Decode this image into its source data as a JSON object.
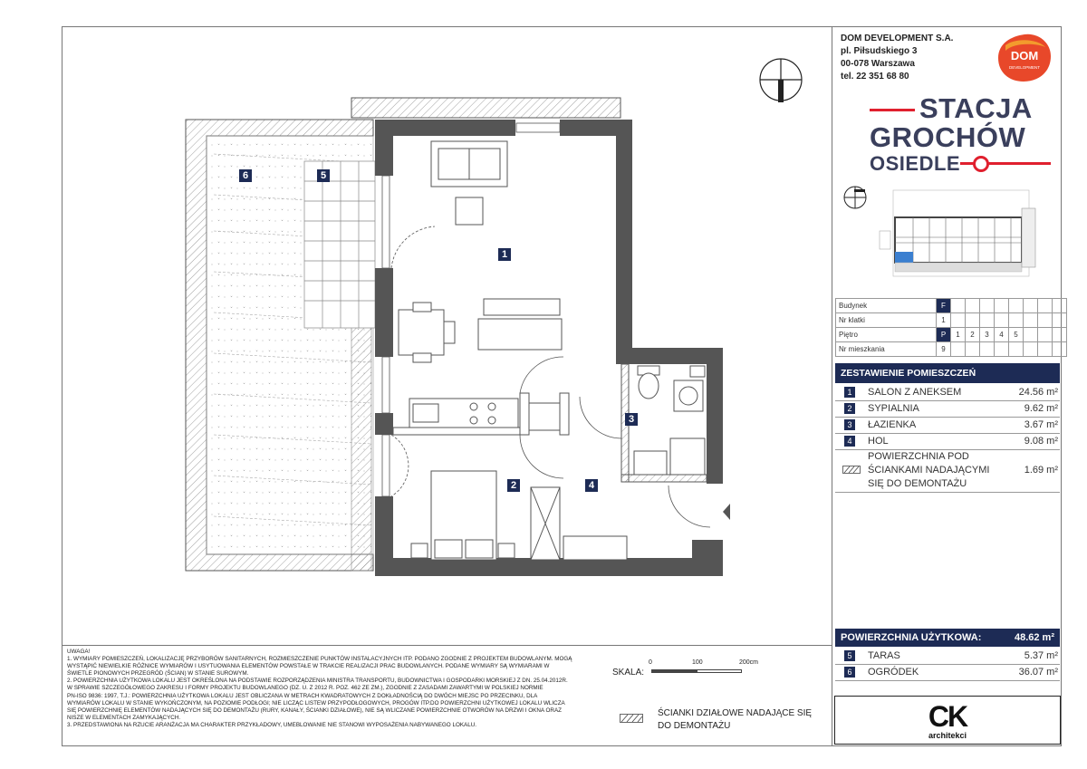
{
  "company": {
    "name": "DOM DEVELOPMENT S.A.",
    "street": "pl. Piłsudskiego 3",
    "city": "00-078 Warszawa",
    "phone": "tel. 22 351 68 80",
    "logo_text": "DOM",
    "logo_subtext": "DEVELOPMENT"
  },
  "brand": {
    "line1": "STACJA",
    "line2": "GROCHÓW",
    "line3": "OSIEDLE"
  },
  "info_table": {
    "budynek_label": "Budynek",
    "budynek_value": "F",
    "klatka_label": "Nr klatki",
    "klatka_value": "1",
    "pietro_label": "Piętro",
    "pietro_values": [
      "P",
      "1",
      "2",
      "3",
      "4",
      "5"
    ],
    "mieszkania_label": "Nr mieszkania",
    "mieszkania_value": "9"
  },
  "rooms_title": "ZESTAWIENIE POMIESZCZEŃ",
  "rooms": [
    {
      "num": "1",
      "name": "SALON Z ANEKSEM",
      "area": "24.56 m²"
    },
    {
      "num": "2",
      "name": "SYPIALNIA",
      "area": "9.62 m²"
    },
    {
      "num": "3",
      "name": "ŁAZIENKA",
      "area": "3.67 m²"
    },
    {
      "num": "4",
      "name": "HOL",
      "area": "9.08 m²"
    }
  ],
  "demolition_row": {
    "line1": "POWIERZCHNIA POD",
    "line2": "ŚCIANKAMI NADAJĄCYMI",
    "line3": "SIĘ DO DEMONTAŻU",
    "area": "1.69 m²"
  },
  "usable_total": {
    "label": "POWIERZCHNIA UŻYTKOWA:",
    "area": "48.62 m²"
  },
  "extras": [
    {
      "num": "5",
      "name": "TARAS",
      "area": "5.37 m²"
    },
    {
      "num": "6",
      "name": "OGRÓDEK",
      "area": "36.07 m²"
    }
  ],
  "plan_labels": [
    "1",
    "2",
    "3",
    "4",
    "5",
    "6"
  ],
  "notes": {
    "title": "UWAGA!",
    "items": [
      "1.   WYMIARY POMIESZCZEŃ, LOKALIZACJĘ PRZYBORÓW SANITARNYCH, ROZMIESZCZENIE PUNKTÓW INSTALACYJNYCH ITP. PODANO ZGODNIE Z PROJEKTEM BUDOWLANYM. MOGĄ",
      "      WYSTĄPIĆ NIEWIELKIE RÓŻNICE WYMIARÓW I USYTUOWANIA ELEMENTÓW POWSTAŁE W TRAKCIE REALIZACJI PRAC BUDOWLANYCH. PODANE WYMIARY SĄ WYMIARAMI W",
      "      ŚWIETLE PIONOWYCH PRZEGRÓD (ŚCIAN) W STANIE SUROWYM.",
      "2.   POWIERZCHNIA UŻYTKOWA LOKALU JEST OKREŚLONA NA PODSTAWIE ROZPORZĄDZENIA MINISTRA TRANSPORTU, BUDOWNICTWA I GOSPODARKI MORSKIEJ Z DN. 25.04.2012R.",
      "      W SPRAWIE SZCZEGÓŁOWEGO ZAKRESU I FORMY PROJEKTU BUDOWLANEGO (DZ. U. Z 2012 R. POZ. 462 ZE ZM.), ZGODNIE Z ZASADAMI ZAWARTYMI W POLSKIEJ NORMIE",
      "      PN-ISO 9836: 1997, T.J.: POWIERZCHNIA UŻYTKOWA LOKALU JEST OBLICZANA W METRACH KWADRATOWYCH Z DOKŁADNOŚCIĄ DO DWÓCH MIEJSC PO PRZECINKU, DLA",
      "      WYMIARÓW LOKALU W STANIE WYKOŃCZONYM, NA POZIOMIE PODŁOGI; NIE LICZĄC LISTEW PRZYPODŁOGOWYCH, PROGÓW ITP.DO POWIERZCHNI UŻYTKOWEJ LOKALU WLICZA",
      "      SIĘ POWIERZCHNIĘ ELEMENTÓW NADAJĄCYCH SIĘ DO DEMONTAŻU (RURY, KANAŁY, ŚCIANKI DZIAŁOWE), NIE SĄ WLICZANE POWIERZCHNIE OTWORÓW NA DRZWI I OKNA ORAZ",
      "      NISZE W ELEMENTACH ZAMYKAJĄCYCH.",
      "3.   PRZEDSTAWIONA NA RZUCIE ARANŻACJA MA CHARAKTER PRZYKŁADOWY, UMEBLOWANIE NIE STANOWI WYPOSAŻENIA NABYWANEGO LOKALU."
    ]
  },
  "scale": {
    "label": "SKALA:",
    "t0": "0",
    "t1": "100",
    "t2": "200cm"
  },
  "legend": {
    "line1": "ŚCIANKI DZIAŁOWE NADAJĄCE SIĘ",
    "line2": "DO DEMONTAŻU"
  },
  "architect": {
    "mark": "CK",
    "name": "architekci"
  },
  "colors": {
    "navy": "#1d2b55",
    "wall": "#555555",
    "brand_red": "#e0202e",
    "brand_text": "#3a3f5c"
  }
}
